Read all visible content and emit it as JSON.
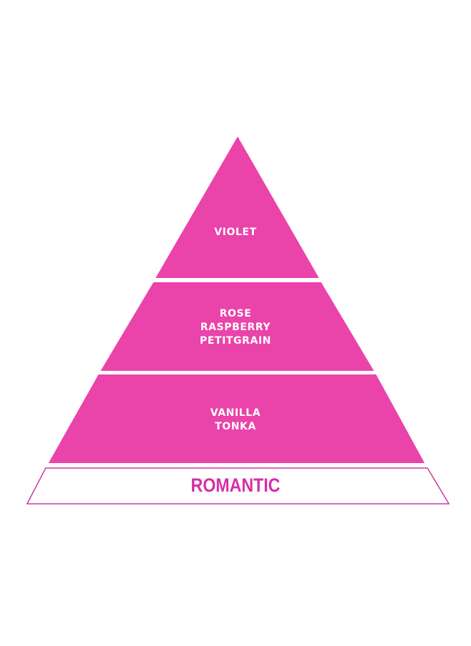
{
  "pyramid": {
    "colors": {
      "fill": "#ea43aa",
      "label_outline": "#cc3aa4",
      "label_text": "#d42fa6",
      "background": "#ffffff",
      "note_text": "#ffffff"
    },
    "tiers": [
      {
        "notes": [
          "VIOLET"
        ]
      },
      {
        "notes": [
          "ROSE",
          "RASPBERRY",
          "PETITGRAIN"
        ]
      },
      {
        "notes": [
          "VANILLA",
          "TONKA"
        ]
      }
    ],
    "label": "ROMANTIC"
  }
}
